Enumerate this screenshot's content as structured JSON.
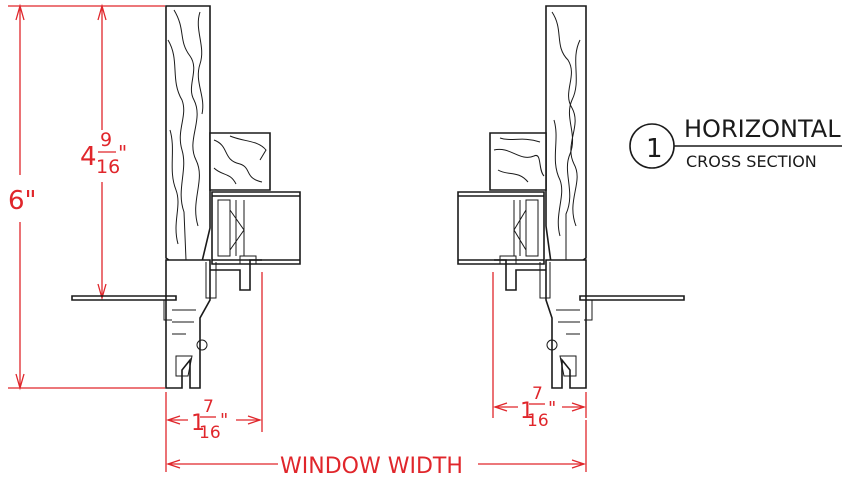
{
  "dimensions": {
    "overall_height": "6\"",
    "upper_height_whole": "4",
    "upper_height_num": "9",
    "upper_height_den": "16",
    "upper_height_inch": "\"",
    "left_offset_whole": "1",
    "left_offset_num": "7",
    "left_offset_den": "16",
    "left_offset_inch": "\"",
    "right_offset_whole": "1",
    "right_offset_num": "7",
    "right_offset_den": "16",
    "right_offset_inch": "\"",
    "window_width": "WINDOW WIDTH"
  },
  "section_tag": {
    "number": "1",
    "title": "HORIZONTAL",
    "subtitle": "CROSS SECTION"
  },
  "colors": {
    "dimension": "#e0262b",
    "linework": "#1a1a1a"
  }
}
